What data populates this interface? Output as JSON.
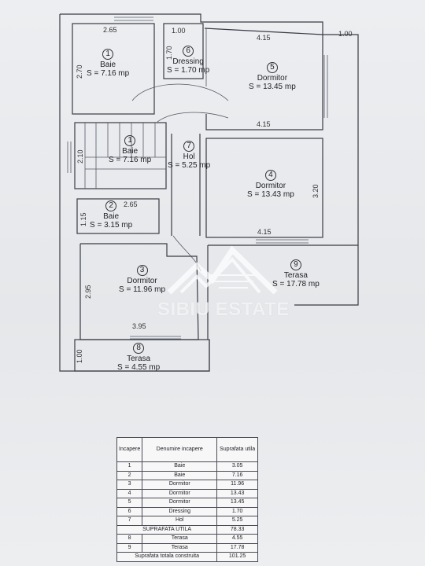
{
  "rooms": [
    {
      "num": "1",
      "name": "Baie",
      "area": "S = 7.16 mp"
    },
    {
      "num": "6",
      "name": "Dressing",
      "area": "S = 1.70 mp"
    },
    {
      "num": "5",
      "name": "Dormitor",
      "area": "S = 13.45 mp"
    },
    {
      "num": "1",
      "name": "Baie",
      "area": "S = 7.16 mp"
    },
    {
      "num": "7",
      "name": "Hol",
      "area": "S = 5.25 mp"
    },
    {
      "num": "4",
      "name": "Dormitor",
      "area": "S = 13.43 mp"
    },
    {
      "num": "2",
      "name": "Baie",
      "area": "S = 3.15 mp"
    },
    {
      "num": "3",
      "name": "Dormitor",
      "area": "S = 11.96 mp"
    },
    {
      "num": "9",
      "name": "Terasa",
      "area": "S = 17.78 mp"
    },
    {
      "num": "8",
      "name": "Terasa",
      "area": "S = 4.55 mp"
    }
  ],
  "dimensions": [
    "2.65",
    "1.00",
    "4.15",
    "1.00",
    "2.70",
    "1.70",
    "4.15",
    "2.10",
    "3.20",
    "2.65",
    "1.15",
    "4.15",
    "2.95",
    "3.95",
    "1.00"
  ],
  "watermark": {
    "brand": "SIBIU ESTATE"
  },
  "table": {
    "headers": [
      "Incapere",
      "Denumire incapere",
      "Suprafata utila"
    ],
    "rows": [
      [
        "1",
        "Baie",
        "3.05"
      ],
      [
        "2",
        "Baie",
        "7.16"
      ],
      [
        "3",
        "Dormitor",
        "11.96"
      ],
      [
        "4",
        "Dormitor",
        "13.43"
      ],
      [
        "5",
        "Dormitor",
        "13.45"
      ],
      [
        "6",
        "Dressing",
        "1.70"
      ],
      [
        "7",
        "Hol",
        "5.25"
      ]
    ],
    "utila": {
      "label": "SUPRAFATA UTILA",
      "value": "78.33"
    },
    "rows_after": [
      [
        "8",
        "Terasa",
        "4.55"
      ],
      [
        "9",
        "Terasa",
        "17.78"
      ]
    ],
    "total": {
      "label": "Suprafata totala construita",
      "value": "101.25"
    }
  },
  "colors": {
    "paper": "#eceef1",
    "line": "#3a3b45",
    "watermark": "#ffffff"
  }
}
